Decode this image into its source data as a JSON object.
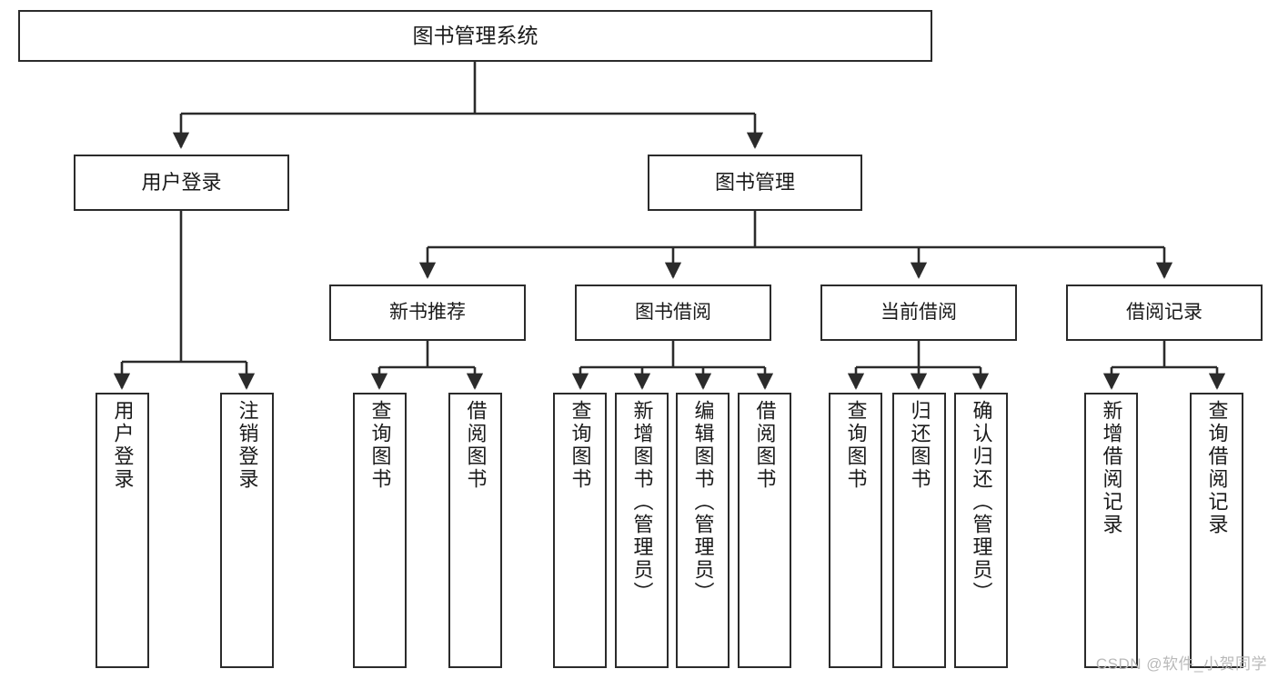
{
  "diagram": {
    "title": "图书管理系统",
    "type": "tree-hierarchy-diagram",
    "colors": {
      "border": "#2b2b2b",
      "background": "#ffffff",
      "text": "#1a1a1a",
      "watermark": "#b9b9b9"
    },
    "root": {
      "label": "图书管理系统"
    },
    "level2": [
      {
        "label": "用户登录"
      },
      {
        "label": "图书管理"
      }
    ],
    "level3": [
      {
        "label": "新书推荐"
      },
      {
        "label": "图书借阅"
      },
      {
        "label": "当前借阅"
      },
      {
        "label": "借阅记录"
      }
    ],
    "leaves": {
      "user_login": [
        {
          "label": "用户登录"
        },
        {
          "label": "注销登录"
        }
      ],
      "new_book_recommend": [
        {
          "label": "查询图书"
        },
        {
          "label": "借阅图书"
        }
      ],
      "book_borrow": [
        {
          "label": "查询图书"
        },
        {
          "label": "新增图书（管理员）"
        },
        {
          "label": "编辑图书（管理员）"
        },
        {
          "label": "借阅图书"
        }
      ],
      "current_borrow": [
        {
          "label": "查询图书"
        },
        {
          "label": "归还图书"
        },
        {
          "label": "确认归还（管理员）"
        }
      ],
      "borrow_record": [
        {
          "label": "新增借阅记录"
        },
        {
          "label": "查询借阅记录"
        }
      ]
    },
    "watermark": "CSDN @软件_小贺同学"
  }
}
